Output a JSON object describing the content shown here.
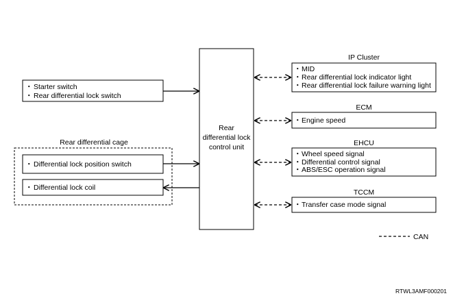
{
  "control_unit": {
    "lines": [
      "Rear",
      "differential lock",
      "control unit"
    ]
  },
  "inputs": {
    "bullet": "・",
    "lines": [
      "Starter switch",
      "Rear differential lock switch"
    ]
  },
  "rear_cage": {
    "title": "Rear differential cage",
    "position_switch": "Differential lock position switch",
    "coil": "Differential lock coil"
  },
  "modules": [
    {
      "title": "IP Cluster",
      "items": [
        "MID",
        "Rear differential lock indicator light",
        "Rear differential lock failure warning light"
      ]
    },
    {
      "title": "ECM",
      "items": [
        "Engine speed"
      ]
    },
    {
      "title": "EHCU",
      "items": [
        "Wheel speed signal",
        "Differential control signal",
        "ABS/ESC operation signal"
      ]
    },
    {
      "title": "TCCM",
      "items": [
        "Transfer case mode signal"
      ]
    }
  ],
  "legend": {
    "label": "CAN"
  },
  "reference": "RTWL3AMF000201"
}
